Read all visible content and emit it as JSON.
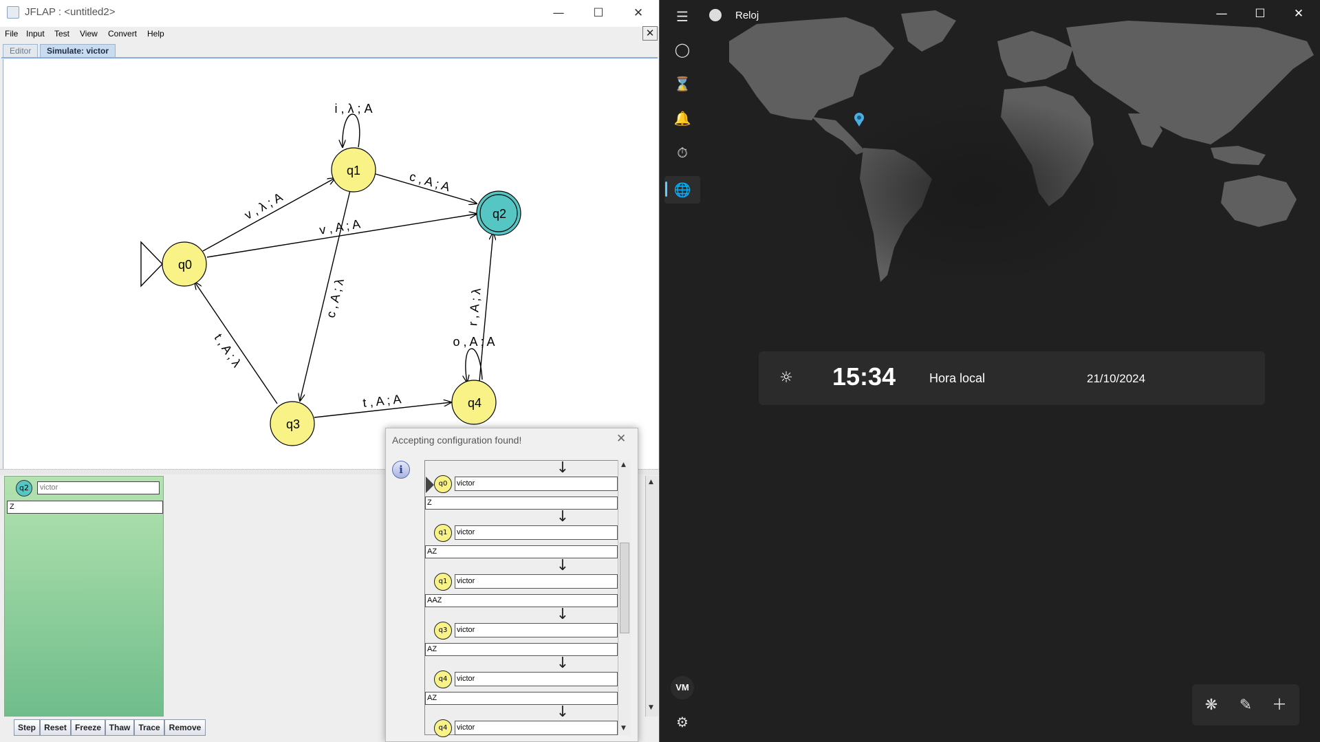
{
  "jflap": {
    "title": "JFLAP : <untitled2>",
    "menu": [
      "File",
      "Input",
      "Test",
      "View",
      "Convert",
      "Help"
    ],
    "tabs": {
      "editor": "Editor",
      "simulate": "Simulate: victor"
    },
    "automaton": {
      "states": [
        "q0",
        "q1",
        "q2",
        "q3",
        "q4"
      ],
      "initial": "q0",
      "final": "q2",
      "transitions": [
        {
          "from": "q1",
          "to": "q1",
          "label": "i , λ ; A"
        },
        {
          "from": "q0",
          "to": "q1",
          "label": "v , λ ; A"
        },
        {
          "from": "q1",
          "to": "q2",
          "label": "c , A ; A"
        },
        {
          "from": "q0",
          "to": "q2",
          "label": "v , A ; A"
        },
        {
          "from": "q1",
          "to": "q3",
          "label": "c , A ; λ"
        },
        {
          "from": "q3",
          "to": "q0",
          "label": "t , A ; λ"
        },
        {
          "from": "q3",
          "to": "q4",
          "label": "t , A ; A"
        },
        {
          "from": "q4",
          "to": "q4",
          "label": "o , A ; A"
        },
        {
          "from": "q4",
          "to": "q2",
          "label": "r , A ; λ"
        }
      ]
    },
    "config": {
      "state": "q2",
      "input": "victor",
      "stack": "Z"
    },
    "buttons": [
      "Step",
      "Reset",
      "Freeze",
      "Thaw",
      "Trace",
      "Remove"
    ]
  },
  "dialog": {
    "title": "Accepting configuration found!",
    "info_icon": "i",
    "trace": [
      {
        "state": "q0",
        "input": "victor",
        "stack": "Z"
      },
      {
        "state": "q1",
        "input": "victor",
        "stack": "AZ"
      },
      {
        "state": "q1",
        "input": "victor",
        "stack": "AAZ"
      },
      {
        "state": "q3",
        "input": "victor",
        "stack": "AZ"
      },
      {
        "state": "q4",
        "input": "victor",
        "stack": "AZ"
      },
      {
        "state": "q4",
        "input": "victor",
        "stack": ""
      }
    ]
  },
  "clock": {
    "app_title": "Reloj",
    "time": "15:34",
    "time_label": "Hora local",
    "date": "21/10/2024",
    "avatar": "VM",
    "nav_icons": [
      "menu-icon",
      "focus-icon",
      "timer-icon",
      "alarm-icon",
      "stopwatch-icon",
      "world-clock-icon",
      "settings-icon"
    ],
    "colors": {
      "accent": "#60cdff",
      "background": "#202020",
      "card": "#2b2b2b",
      "state_fill": "#f9f387",
      "final_state_fill": "#56c6c4"
    }
  }
}
